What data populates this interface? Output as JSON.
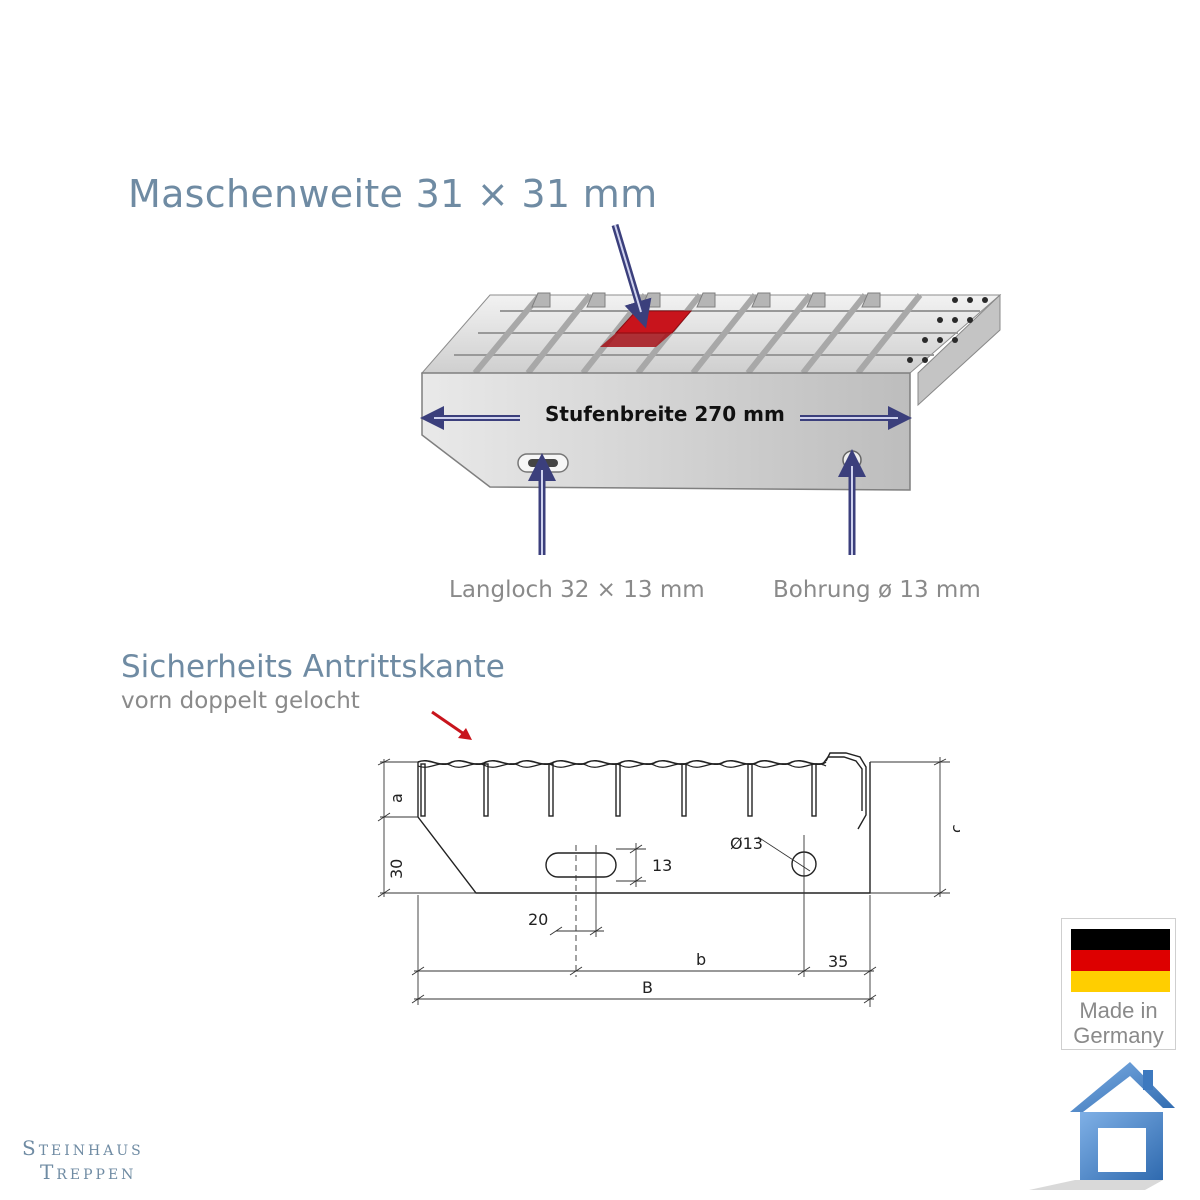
{
  "mesh_title": "Maschenweite 31 × 31 mm",
  "step_width_label": "Stufenbreite 270 mm",
  "slot_caption": "Langloch 32 × 13 mm",
  "hole_caption": "Bohrung ø 13 mm",
  "section_title": "Sicherheits Antrittskante",
  "section_subtitle": "vorn doppelt gelocht",
  "drawing": {
    "dim_a": "a",
    "dim_30": "30",
    "dim_c": "c",
    "dim_13": "13",
    "dim_d13": "Ø13",
    "dim_20": "20",
    "dim_b": "b",
    "dim_35": "35",
    "dim_B": "B"
  },
  "badge": {
    "line1": "Made in",
    "line2": "Germany"
  },
  "brand": {
    "line1": "Steinhaus",
    "line2": "Treppen"
  },
  "colors": {
    "title": "#6f8ba3",
    "caption": "#8a8a8a",
    "arrow": "#3b3f7c",
    "highlight": "#c8141c",
    "flag_black": "#000000",
    "flag_red": "#dd0000",
    "flag_gold": "#ffce00",
    "logo": "#4f86c6"
  }
}
